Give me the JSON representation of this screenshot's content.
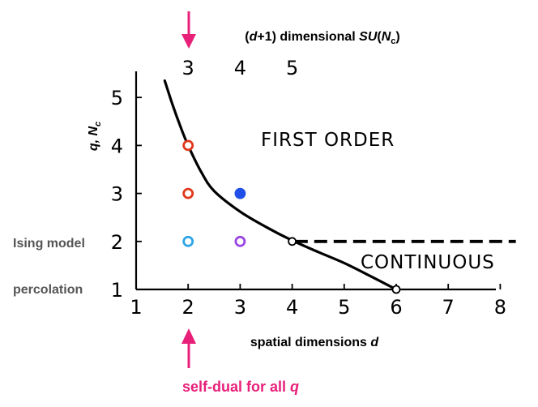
{
  "chart_data": {
    "type": "scatter",
    "xlabel_prefix": "spatial dimensions ",
    "xlabel_var": "d",
    "ylabel_vars": "q, N",
    "ylabel_sub": "c",
    "top_axis_label": {
      "prefix": "(",
      "var1": "d",
      "mid": "+1) dimensional ",
      "var2": "SU",
      "paren_open": "(",
      "var3": "N",
      "sub": "c",
      "paren_close": ")"
    },
    "xlim": [
      1,
      8.3
    ],
    "ylim": [
      1,
      5.6
    ],
    "x_ticks": [
      "1",
      "2",
      "3",
      "4",
      "5",
      "6",
      "7",
      "8"
    ],
    "y_ticks": [
      "1",
      "2",
      "3",
      "4",
      "5"
    ],
    "top_ticks": [
      {
        "x": 2,
        "label": "3"
      },
      {
        "x": 3,
        "label": "4"
      },
      {
        "x": 4,
        "label": "5"
      }
    ],
    "boundary_curve": [
      [
        1.55,
        5.35
      ],
      [
        1.7,
        4.85
      ],
      [
        1.85,
        4.4
      ],
      [
        2.0,
        4.0
      ],
      [
        2.25,
        3.45
      ],
      [
        2.5,
        3.05
      ],
      [
        3.0,
        2.62
      ],
      [
        3.5,
        2.3
      ],
      [
        4.0,
        2.02
      ],
      [
        4.5,
        1.78
      ],
      [
        5.0,
        1.55
      ],
      [
        5.5,
        1.28
      ],
      [
        6.0,
        1.0
      ]
    ],
    "dashed_line": {
      "x_start": 4.05,
      "x_end": 8.3,
      "y": 2.0
    },
    "points": [
      {
        "x": 2,
        "y": 4,
        "color": "#e0391b",
        "filled": false
      },
      {
        "x": 2,
        "y": 3,
        "color": "#e0391b",
        "filled": false
      },
      {
        "x": 3,
        "y": 3,
        "color": "#1f4fe8",
        "filled": true
      },
      {
        "x": 2,
        "y": 2,
        "color": "#2ea6e6",
        "filled": false
      },
      {
        "x": 3,
        "y": 2,
        "color": "#9b45e6",
        "filled": false
      },
      {
        "x": 4,
        "y": 2,
        "color": "#000000",
        "filled": false
      },
      {
        "x": 6,
        "y": 1,
        "color": "#000000",
        "filled": false
      }
    ],
    "region_labels": {
      "first_order": "FIRST ORDER",
      "continuous": "CONTINUOUS"
    },
    "row_labels": {
      "ising": "Ising model",
      "percolation": "percolation"
    },
    "annotation_bottom": {
      "prefix": "self-dual for all ",
      "var": "q"
    },
    "grid": false
  }
}
